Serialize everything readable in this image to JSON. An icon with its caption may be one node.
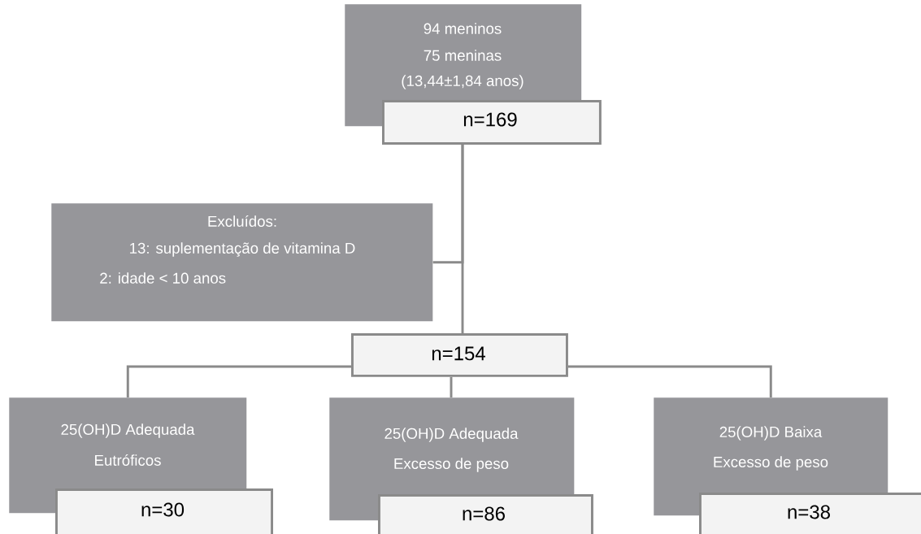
{
  "diagram": {
    "nodes": [
      {
        "text": [
          "94 meninos",
          "75 meninas",
          "(13,44±1,84 anos)"
        ]
      },
      {
        "text": [
          "n=169"
        ]
      },
      {
        "text": [
          "Excluídos:",
          "13: suplementação de vitamina D",
          "2:  idade < 10 anos"
        ]
      },
      {
        "text": [
          "n=154"
        ]
      },
      {
        "text": [
          "25(OH)D Adequada",
          "Eutróficos"
        ]
      },
      {
        "text": [
          "n=30"
        ]
      },
      {
        "text": [
          "25(OH)D Adequada",
          "Excesso de peso"
        ]
      },
      {
        "text": [
          "n=86"
        ]
      },
      {
        "text": [
          "25(OH)D Baixa",
          "Excesso de peso"
        ]
      },
      {
        "text": [
          "n=38"
        ]
      }
    ],
    "edges": [
      {
        "from": 1,
        "to": 3,
        "arrow": "none"
      },
      {
        "from": 1,
        "to": 2,
        "arrow": "none"
      },
      {
        "from": 3,
        "to": 4,
        "arrow": "none"
      },
      {
        "from": 3,
        "to": 6,
        "arrow": "none"
      },
      {
        "from": 3,
        "to": 8,
        "arrow": "none"
      }
    ]
  }
}
